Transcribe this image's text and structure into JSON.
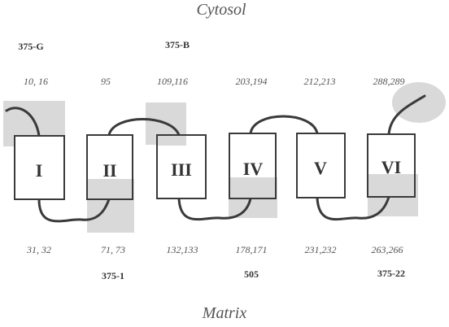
{
  "compartments": {
    "top": "Cytosol",
    "bottom": "Matrix"
  },
  "helices": [
    {
      "label": "I"
    },
    {
      "label": "II"
    },
    {
      "label": "III"
    },
    {
      "label": "IV"
    },
    {
      "label": "V"
    },
    {
      "label": "VI"
    }
  ],
  "top_residues": [
    "10, 16",
    "95",
    "109,116",
    "203,194",
    "212,213",
    "288,289"
  ],
  "bottom_residues": [
    "31, 32",
    "71, 73",
    "132,133",
    "178,171",
    "231,232",
    "263,266"
  ],
  "antibody_labels_top": [
    "375-G",
    "375-B"
  ],
  "antibody_labels_bottom": [
    "375-1",
    "505",
    "375-22"
  ],
  "colors": {
    "shade": "#d9d9d9",
    "line": "#3a3a3a",
    "box_fill": "#ffffff"
  }
}
